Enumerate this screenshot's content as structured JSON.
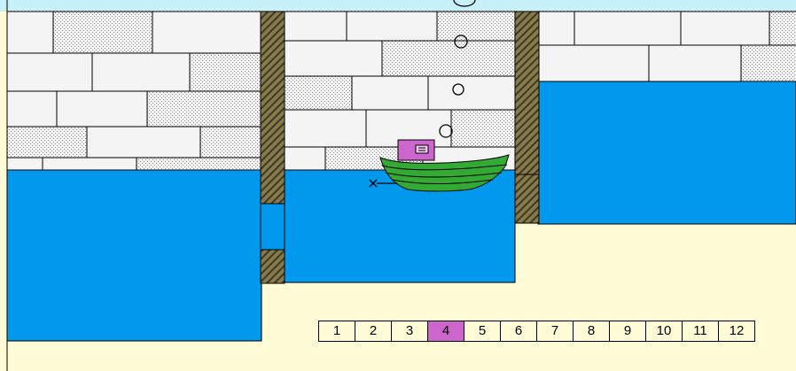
{
  "colors": {
    "sky": "#c8f0f8",
    "water": "#0099ee",
    "sand": "#fffbd6",
    "wall_fill": "#f2f2f2",
    "stone_dot": "#9a9a9a",
    "gate_wood": "#7a6a3a",
    "boat_hull": "#33aa33",
    "boat_cabin": "#cc66cc",
    "active_stage": "#cc66cc"
  },
  "scene": {
    "icons": {
      "boat": "boat-icon",
      "anchor": "anchor-icon",
      "bubble": "bubble-icon",
      "gate": "lock-gate-icon"
    }
  },
  "stages": {
    "active": "4",
    "items": [
      "1",
      "2",
      "3",
      "4",
      "5",
      "6",
      "7",
      "8",
      "9",
      "10",
      "11",
      "12"
    ]
  }
}
